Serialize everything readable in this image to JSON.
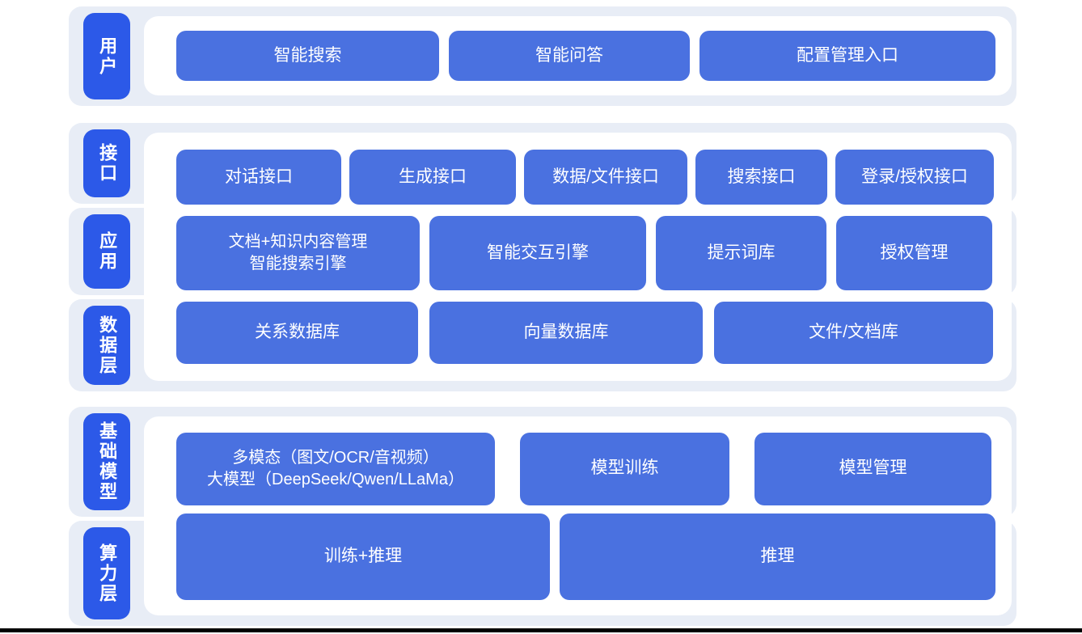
{
  "diagram": {
    "language": "zh-CN",
    "colors": {
      "layer_tab_blue": "#2c59e8",
      "node_blue": "#4a71e0",
      "section_background": "#e8edf6",
      "panel_background": "#ffffff",
      "node_text": "#ffffff",
      "bottom_divider": "#000000"
    },
    "sections": [
      {
        "layers": [
          {
            "label": "用户"
          }
        ],
        "rows": [
          {
            "buttons": [
              "智能搜索",
              "智能问答",
              "配置管理入口"
            ]
          }
        ]
      },
      {
        "layers": [
          {
            "label": "接口"
          },
          {
            "label": "应用"
          },
          {
            "label": "数据层"
          }
        ],
        "rows": [
          {
            "buttons": [
              "对话接口",
              "生成接口",
              "数据/文件接口",
              "搜索接口",
              "登录/授权接口"
            ]
          },
          {
            "buttons": [
              "文档+知识内容管理\n智能搜索引擎",
              "智能交互引擎",
              "提示词库",
              "授权管理"
            ]
          },
          {
            "buttons": [
              "关系数据库",
              "向量数据库",
              "文件/文档库"
            ]
          }
        ]
      },
      {
        "layers": [
          {
            "label": "基础模型"
          },
          {
            "label": "算力层"
          }
        ],
        "rows": [
          {
            "buttons": [
              "多模态（图文/OCR/音视频）\n大模型（DeepSeek/Qwen/LLaMa）",
              "模型训练",
              "模型管理"
            ]
          },
          {
            "buttons": [
              "训练+推理",
              "推理"
            ]
          }
        ]
      }
    ]
  }
}
